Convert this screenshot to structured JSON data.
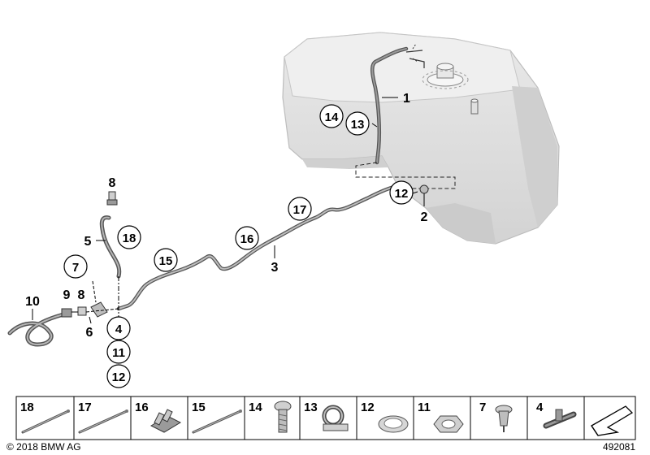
{
  "diagram": {
    "copyright": "© 2018 BMW AG",
    "diagram_id": "492081",
    "callouts": {
      "c1": "1",
      "c2": "2",
      "c3": "3",
      "c4": "4",
      "c5": "5",
      "c6": "6",
      "c7": "7",
      "c8_top": "8",
      "c8_mid": "8",
      "c9": "9",
      "c10": "10",
      "c11": "11",
      "c12_tank": "12",
      "c12_bottom": "12",
      "c13": "13",
      "c14": "14",
      "c15": "15",
      "c16": "16",
      "c17": "17",
      "c18": "18"
    },
    "legend": [
      "18",
      "17",
      "16",
      "15",
      "14",
      "13",
      "12",
      "11",
      "7",
      "4"
    ]
  }
}
